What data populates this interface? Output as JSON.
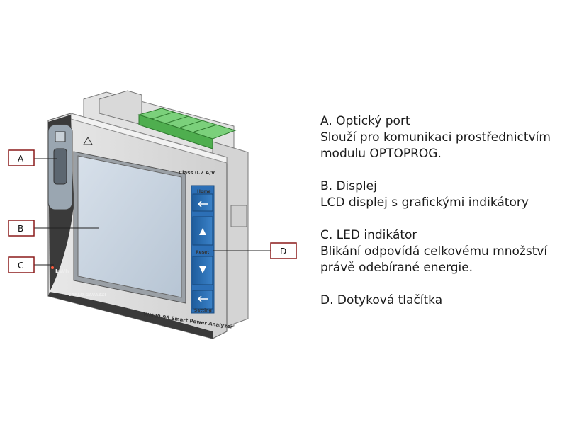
{
  "callouts": {
    "a": "A",
    "b": "B",
    "c": "C",
    "d": "D"
  },
  "device": {
    "class_label": "Class 0.2 A/V",
    "model_label": "WM20-96 Smart Power Analyzer",
    "brand": "CARLO GAVAZZI",
    "kwh_label": "kWh",
    "buttons": {
      "home": "Home",
      "reset": "Reset",
      "setting": "Setting"
    }
  },
  "legend": {
    "a": {
      "title": "A. Optický port",
      "lines": [
        "Slouží pro komunikaci prostřednictvím",
        "modulu OPTOPROG."
      ]
    },
    "b": {
      "title": "B. Displej",
      "lines": [
        "LCD displej s grafickými indikátory"
      ]
    },
    "c": {
      "title": "C. LED indikátor",
      "lines": [
        "Blikání odpovídá celkovému množství",
        "právě odebírané energie."
      ]
    },
    "d": {
      "title": "D. Dotyková tlačítka"
    }
  },
  "colors": {
    "button_blue": "#2c6fb6",
    "terminal_green": "#5cb85c",
    "lcd_blue": "#c7d3e0",
    "callout_border": "#8b1a1a"
  }
}
